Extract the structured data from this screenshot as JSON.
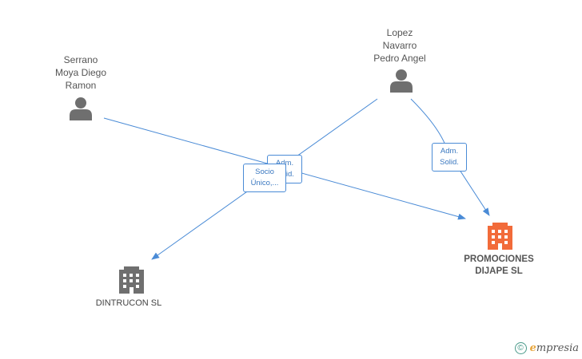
{
  "people": [
    {
      "id": "serrano",
      "lines": [
        "Serrano",
        "Moya Diego",
        "Ramon"
      ]
    },
    {
      "id": "lopez",
      "lines": [
        "Lopez",
        "Navarro",
        "Pedro Angel"
      ]
    }
  ],
  "companies": [
    {
      "id": "promociones",
      "lines": [
        "PROMOCIONES",
        "DIJAPE SL"
      ],
      "color": "#f26b3a"
    },
    {
      "id": "dintrucon",
      "lines": [
        "DINTRUCON SL"
      ],
      "color": "#6f6f6f"
    }
  ],
  "edges": [
    {
      "from": "serrano",
      "to": "promociones",
      "label": [
        "Adm.",
        "Solid."
      ]
    },
    {
      "from": "lopez",
      "to": "promociones",
      "label": [
        "Adm.",
        "Solid."
      ]
    },
    {
      "from": "lopez",
      "to": "dintrucon",
      "label": [
        "Socio",
        "Único,..."
      ]
    }
  ],
  "colors": {
    "edge": "#4a8bd6",
    "person_icon": "#6f6f6f"
  },
  "footer": {
    "copyright_symbol": "©",
    "brand_initial": "e",
    "brand_rest": "mpresia"
  }
}
